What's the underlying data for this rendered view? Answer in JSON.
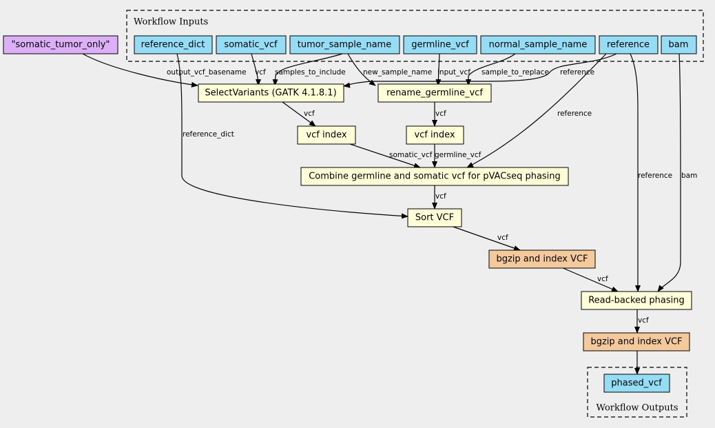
{
  "clusters": {
    "inputs_label": "Workflow Inputs",
    "outputs_label": "Workflow Outputs"
  },
  "nodes": {
    "const_somatic_tumor_only": "\"somatic_tumor_only\"",
    "reference_dict": "reference_dict",
    "somatic_vcf": "somatic_vcf",
    "tumor_sample_name": "tumor_sample_name",
    "germline_vcf": "germline_vcf",
    "normal_sample_name": "normal_sample_name",
    "reference": "reference",
    "bam": "bam",
    "select_variants": "SelectVariants (GATK 4.1.8.1)",
    "rename_germline_vcf": "rename_germline_vcf",
    "vcf_index_1": "vcf index",
    "vcf_index_2": "vcf index",
    "combine": "Combine germline and somatic vcf for pVACseq phasing",
    "sort_vcf": "Sort VCF",
    "bgzip_1": "bgzip and index VCF",
    "read_backed_phasing": "Read-backed phasing",
    "bgzip_2": "bgzip and index VCF",
    "phased_vcf": "phased_vcf"
  },
  "edge_labels": {
    "output_vcf_basename": "output_vcf_basename",
    "vcf_somatic": "vcf",
    "samples_to_include": "samples_to_include",
    "new_sample_name": "new_sample_name",
    "input_vcf": "input_vcf",
    "sample_to_replace": "sample_to_replace",
    "reference_select": "reference",
    "reference_combine": "reference",
    "reference_dict_sort": "reference_dict",
    "vcf_select_index": "vcf",
    "vcf_rename_index": "vcf",
    "somatic_vcf": "somatic_vcf",
    "germline_vcf": "germline_vcf",
    "vcf_combine_sort": "vcf",
    "vcf_sort_bgzip": "vcf",
    "reference_phasing": "reference",
    "bam_phasing": "bam",
    "vcf_bgzip_phasing": "vcf",
    "vcf_phasing_bgzip": "vcf"
  }
}
